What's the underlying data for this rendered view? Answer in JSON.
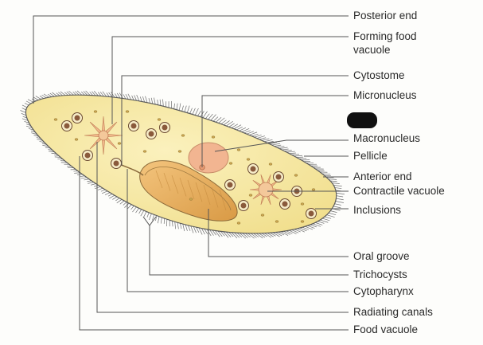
{
  "labels": {
    "posterior_end": "Posterior end",
    "forming_food_vacuole_1": "Forming food",
    "forming_food_vacuole_2": "vacuole",
    "cytostome": "Cytostome",
    "micronucleus": "Micronucleus",
    "macronucleus": "Macronucleus",
    "pellicle": "Pellicle",
    "anterior_end": "Anterior end",
    "contractile_vacuole": "Contractile vacuole",
    "inclusions": "Inclusions",
    "oral_groove": "Oral groove",
    "trichocysts": "Trichocysts",
    "cytopharynx": "Cytopharynx",
    "radiating_canals": "Radiating canals",
    "food_vacuole": "Food vacuole"
  },
  "colors": {
    "cytoplasm": "#f6e9a6",
    "cilia": "#6f6f6f",
    "oral_groove": "#e7b062",
    "macronucleus": "#f2b591",
    "contractile_vacuole": "#f4c89a",
    "food_vacuole": "#8a5a3c",
    "leader_line": "#555555",
    "redaction_blob": "#111111"
  }
}
